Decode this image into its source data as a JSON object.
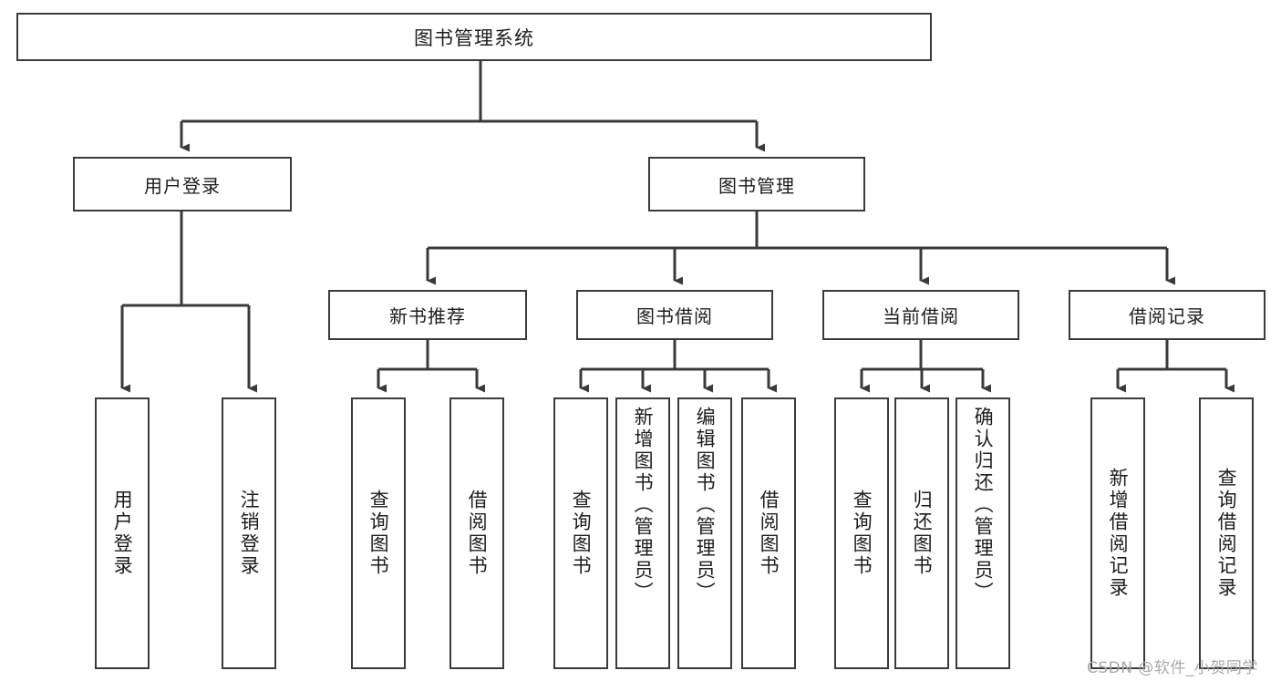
{
  "diagram": {
    "type": "tree-hierarchy-chart",
    "title": "图书管理系统",
    "orientation": "top-down",
    "colors": {
      "stroke": "#3a3a3a",
      "fill": "#ffffff",
      "text": "#1c1c1c",
      "watermark": "#a8a8a8"
    },
    "root": {
      "label": "图书管理系统"
    },
    "level1": [
      {
        "label": "用户登录"
      },
      {
        "label": "图书管理"
      }
    ],
    "level2": [
      {
        "label": "新书推荐"
      },
      {
        "label": "图书借阅"
      },
      {
        "label": "当前借阅"
      },
      {
        "label": "借阅记录"
      }
    ],
    "leaves": {
      "user_login": [
        {
          "label": "用户登录"
        },
        {
          "label": "注销登录"
        }
      ],
      "new_book_recommend": [
        {
          "label": "查询图书"
        },
        {
          "label": "借阅图书"
        }
      ],
      "book_borrow": [
        {
          "label": "查询图书"
        },
        {
          "label": "新增图书（管理员）"
        },
        {
          "label": "编辑图书（管理员）"
        },
        {
          "label": "借阅图书"
        }
      ],
      "current_borrow": [
        {
          "label": "查询图书"
        },
        {
          "label": "归还图书"
        },
        {
          "label": "确认归还（管理员）"
        }
      ],
      "borrow_record": [
        {
          "label": "新增借阅记录"
        },
        {
          "label": "查询借阅记录"
        }
      ]
    },
    "watermark": "CSDN @软件_小贺同学"
  }
}
